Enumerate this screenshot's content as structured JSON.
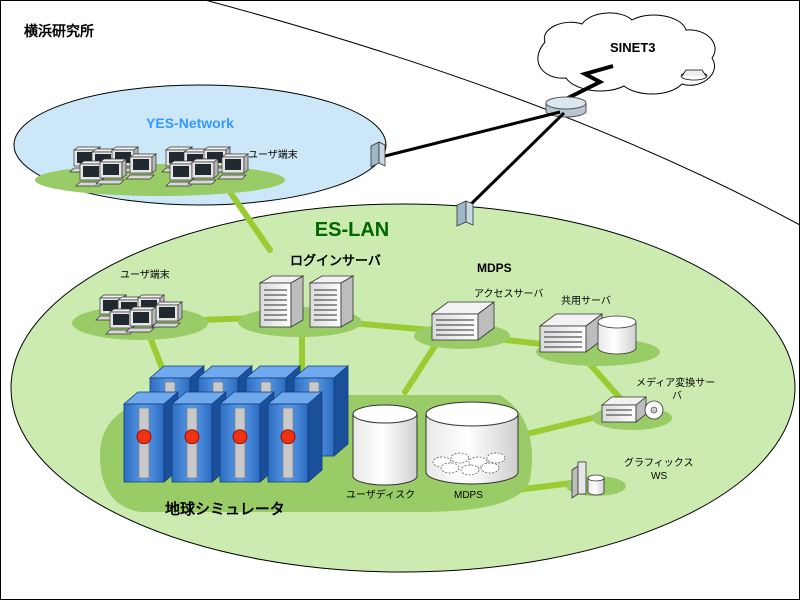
{
  "site_title": "横浜研究所",
  "sinet": "SINET3",
  "yes_network": "YES-Network",
  "es_lan": "ES-LAN",
  "user_terminal_yes": "ユーザ端末",
  "user_terminal_es": "ユーザ端末",
  "login_server": "ログインサーバ",
  "mdps_group": "MDPS",
  "access_server": "アクセスサーバ",
  "shared_server": "共用サーバ",
  "media_server_line1": "メディア変換サー",
  "media_server_line2": "バ",
  "graphics_ws_line1": "グラフィックス",
  "graphics_ws_line2": "WS",
  "user_disk": "ユーザディスク",
  "mdps_storage": "MDPS",
  "earth_simulator": "地球シミュレータ",
  "colors": {
    "yes_fill": "#cce8f8",
    "es_fill": "#ccebb0",
    "platform": "#99cc66",
    "link": "#99cc33",
    "yes_title": "#3399ff",
    "es_title": "#006600",
    "rack_blue": "#3d7fd0",
    "rack_dark": "#1a4f99",
    "indicator": "#ee3311"
  }
}
